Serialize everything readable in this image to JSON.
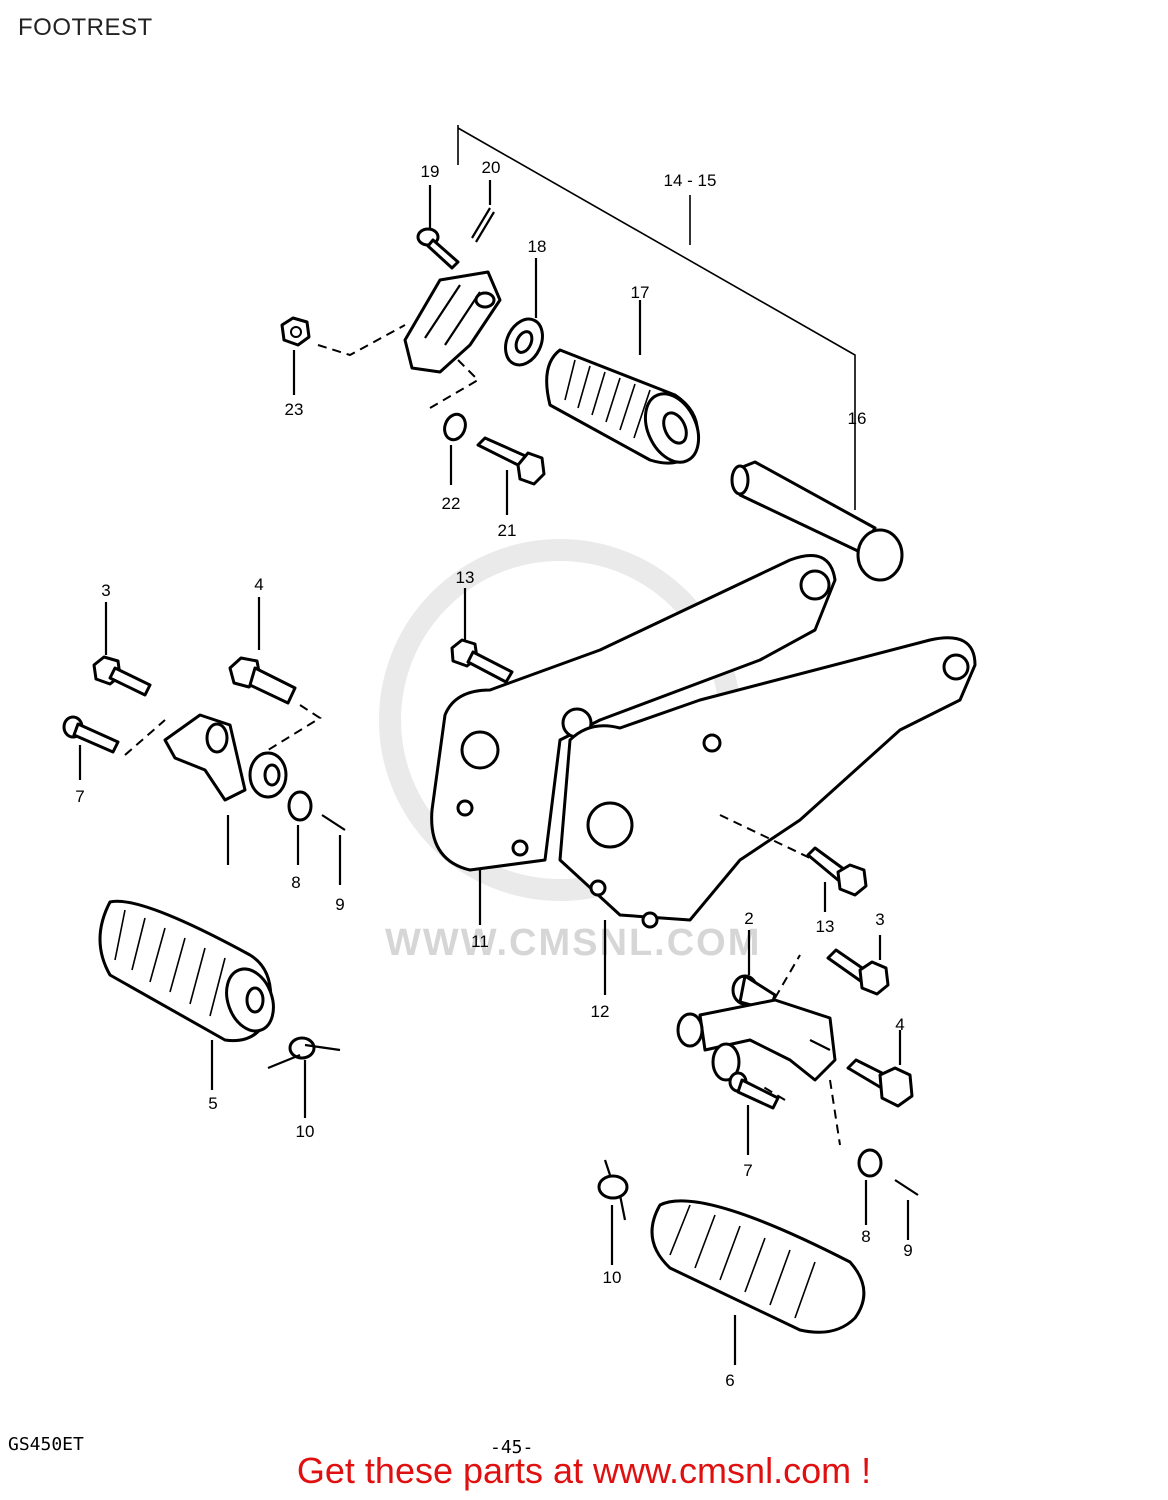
{
  "title": "FOOTREST",
  "footer": {
    "model_code": "GS450ET",
    "page_number": "-45-",
    "promo": "Get these parts at www.cmsnl.com !"
  },
  "watermark": "WWW.CMSNL.COM",
  "callouts": {
    "c14_15": "14 - 15",
    "c16": "16",
    "c17": "17",
    "c18": "18",
    "c19": "19",
    "c20": "20",
    "c21": "21",
    "c22": "22",
    "c23": "23",
    "c3a": "3",
    "c4a": "4",
    "c7a": "7",
    "c8a": "8",
    "c9a": "9",
    "c5": "5",
    "c10a": "10",
    "c11": "11",
    "c12": "12",
    "c13a": "13",
    "c13b": "13",
    "c2": "2",
    "c3b": "3",
    "c4b": "4",
    "c7b": "7",
    "c8b": "8",
    "c9b": "9",
    "c10b": "10",
    "c6": "6"
  }
}
